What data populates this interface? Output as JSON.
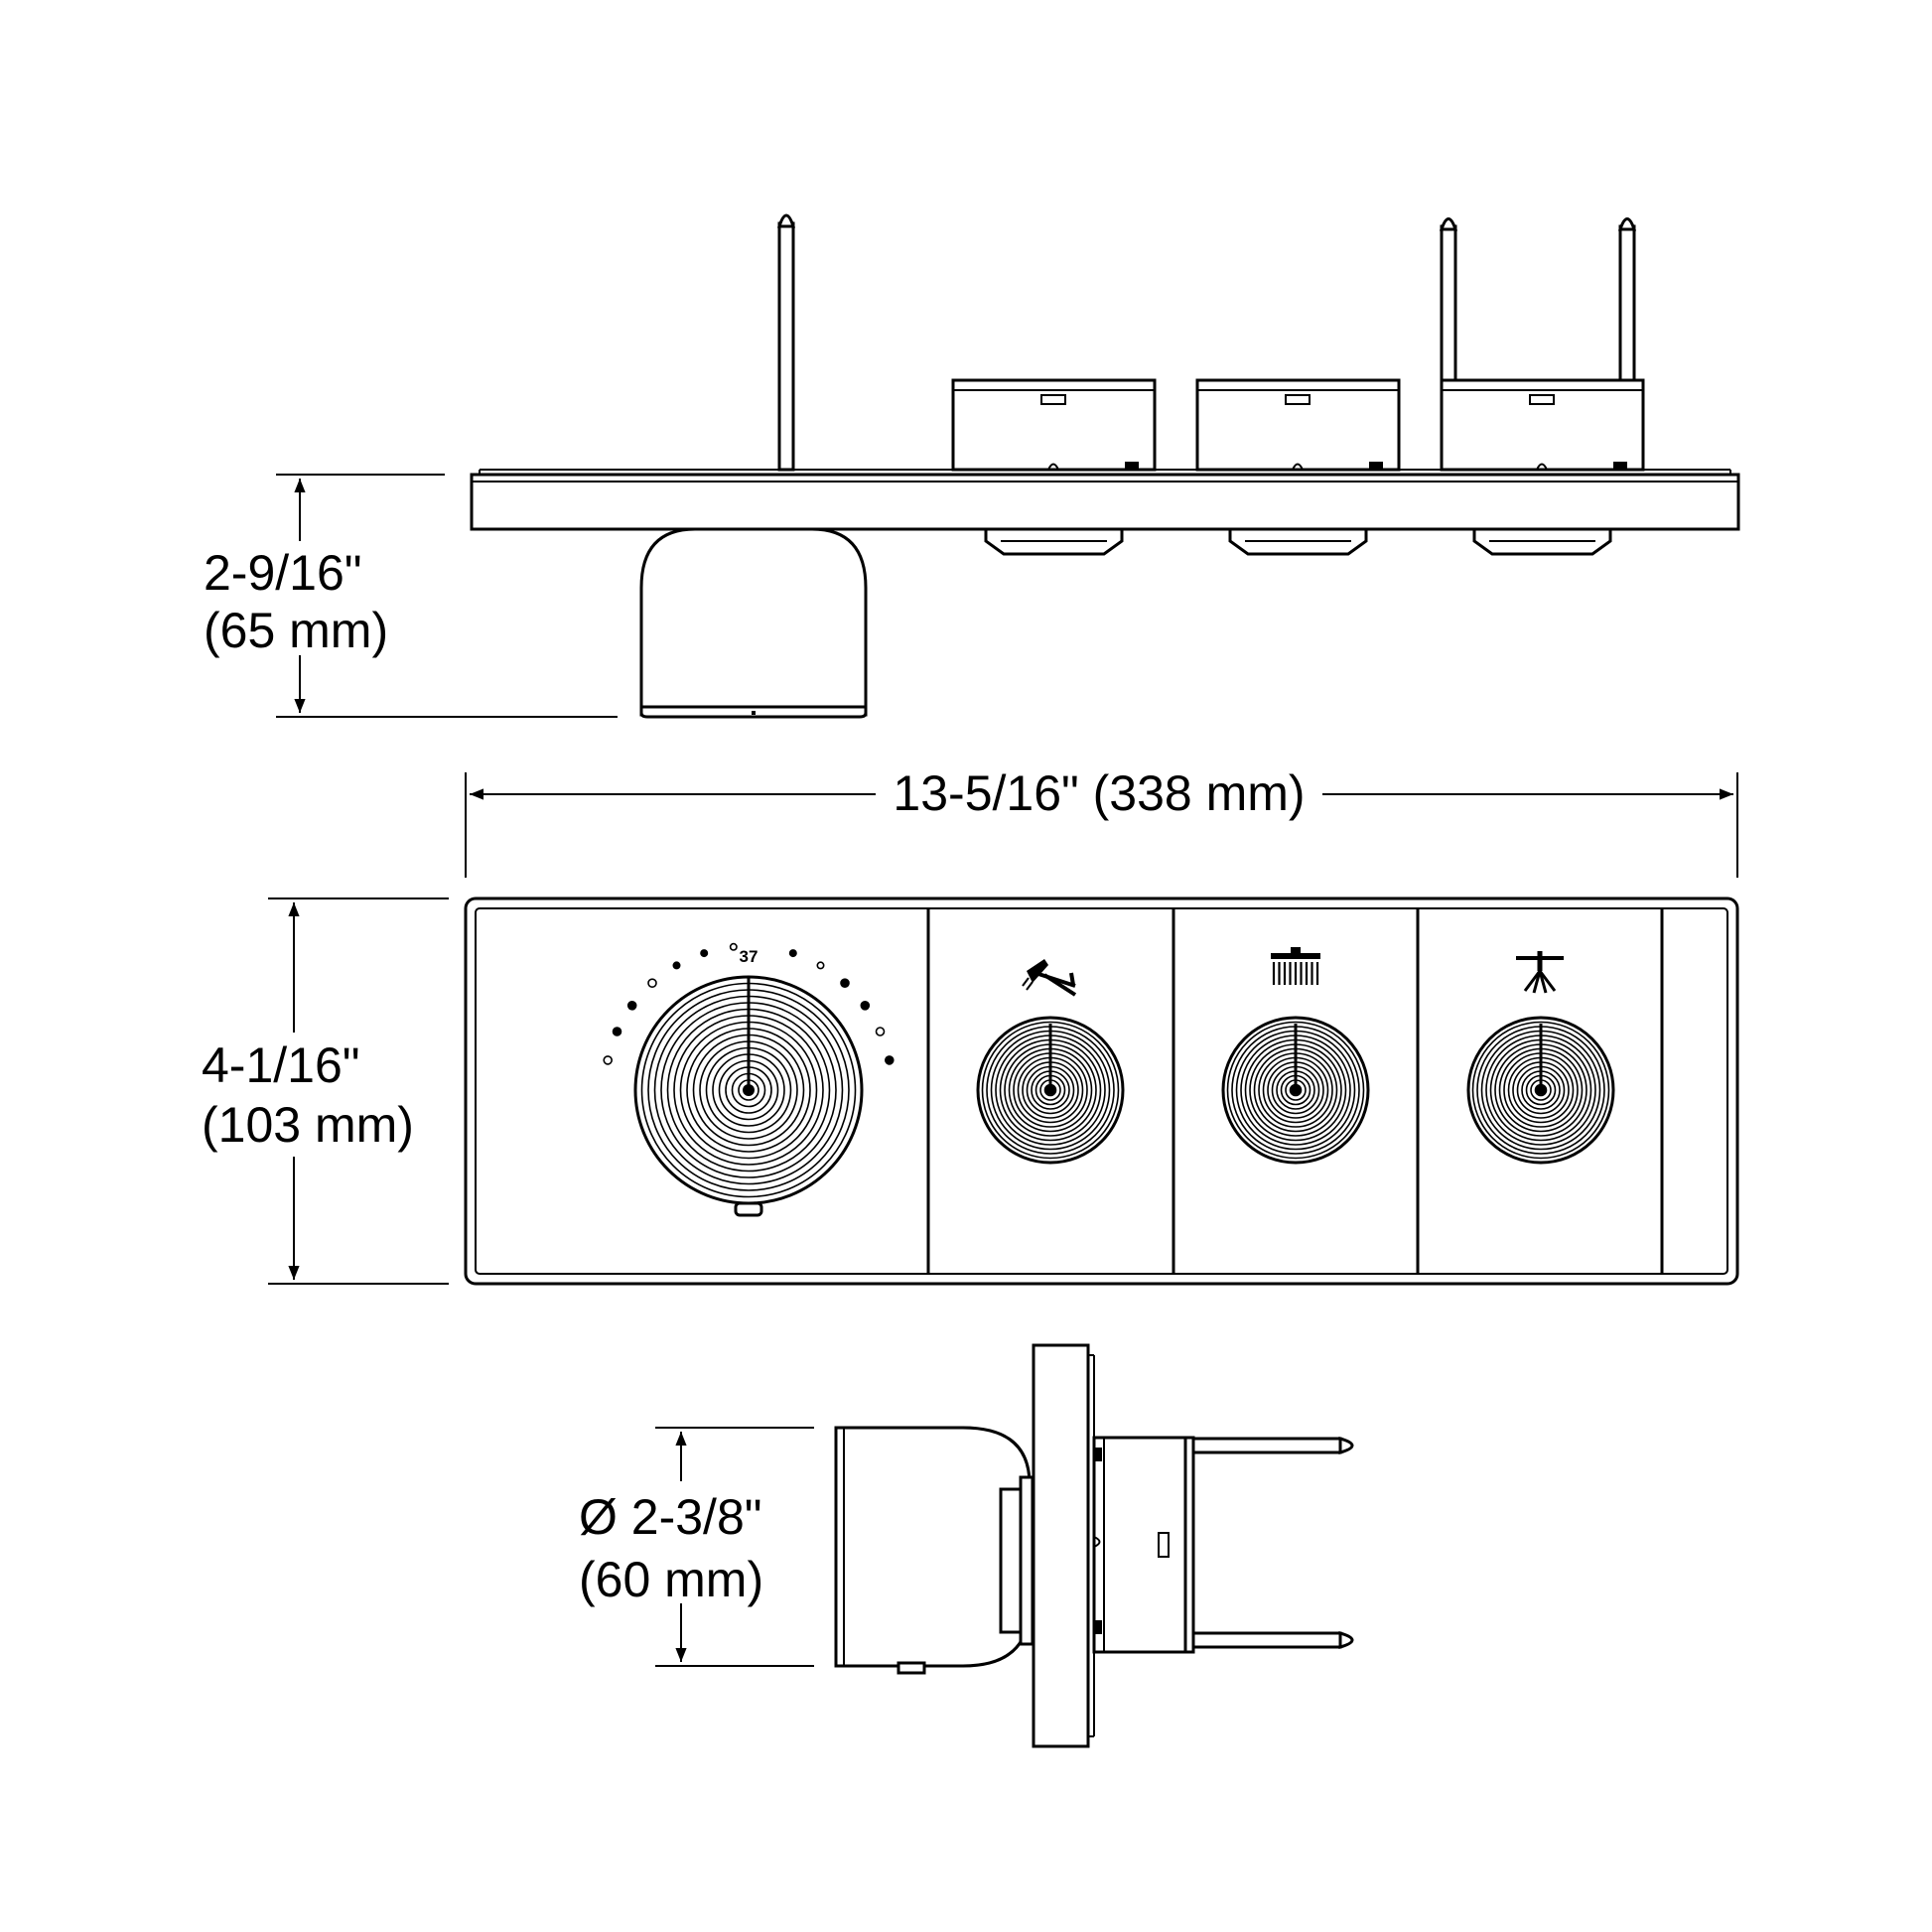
{
  "drawing": {
    "dimensions": {
      "height_side": {
        "imperial": "2-9/16\"",
        "metric": "(65 mm)"
      },
      "width_top": {
        "text": "13-5/16\" (338 mm)"
      },
      "height_front": {
        "imperial": "4-1/16\"",
        "metric": "(103 mm)"
      },
      "diameter": {
        "imperial": "Ø 2-3/8\"",
        "metric": "(60 mm)"
      }
    },
    "dial_marking": "37",
    "colors": {
      "line": "#000000",
      "background": "#ffffff"
    },
    "icons": [
      "handshower-icon",
      "rain-shower-icon",
      "body-spray-icon"
    ]
  }
}
